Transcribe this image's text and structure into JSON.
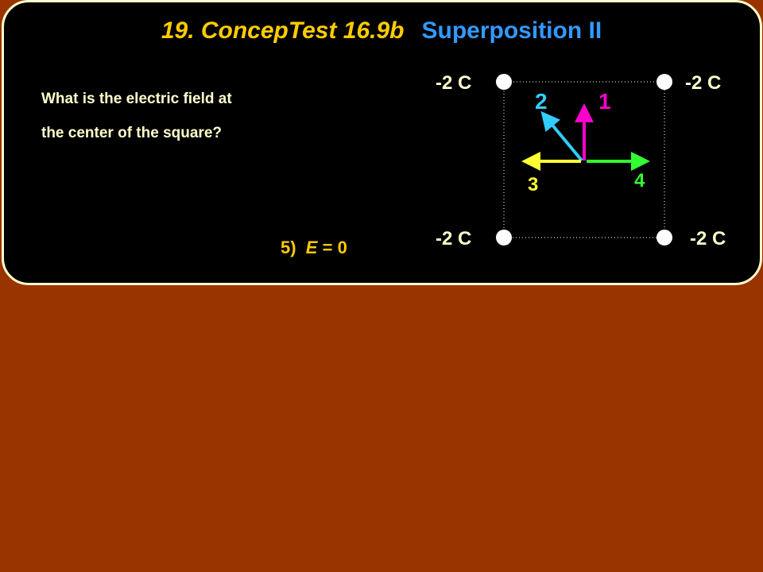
{
  "title": {
    "left": "19. ConcepTest 16.9b",
    "right": "Superposition II"
  },
  "question": {
    "line1": "What is the electric field at",
    "line2": "the center of the square?"
  },
  "answer": {
    "prefix": "5)",
    "symbol": "E",
    "rest": "=  0"
  },
  "charges": {
    "top_left": "-2 C",
    "top_right": "-2 C",
    "bottom_left": "-2 C",
    "bottom_right": "-2 C"
  },
  "vectors": [
    {
      "label": "1",
      "color": "#ff00cc"
    },
    {
      "label": "2",
      "color": "#33ccff"
    },
    {
      "label": "3",
      "color": "#ffff33"
    },
    {
      "label": "4",
      "color": "#33ff33"
    }
  ],
  "colors": {
    "background": "#993300",
    "panel": "#000000",
    "panel_border": "#ffffcc",
    "title_left": "#ffcc00",
    "title_right": "#3399ff",
    "question_text": "#ffffcc",
    "answer_text": "#ffcc00",
    "charge_label": "#ffffcc"
  }
}
